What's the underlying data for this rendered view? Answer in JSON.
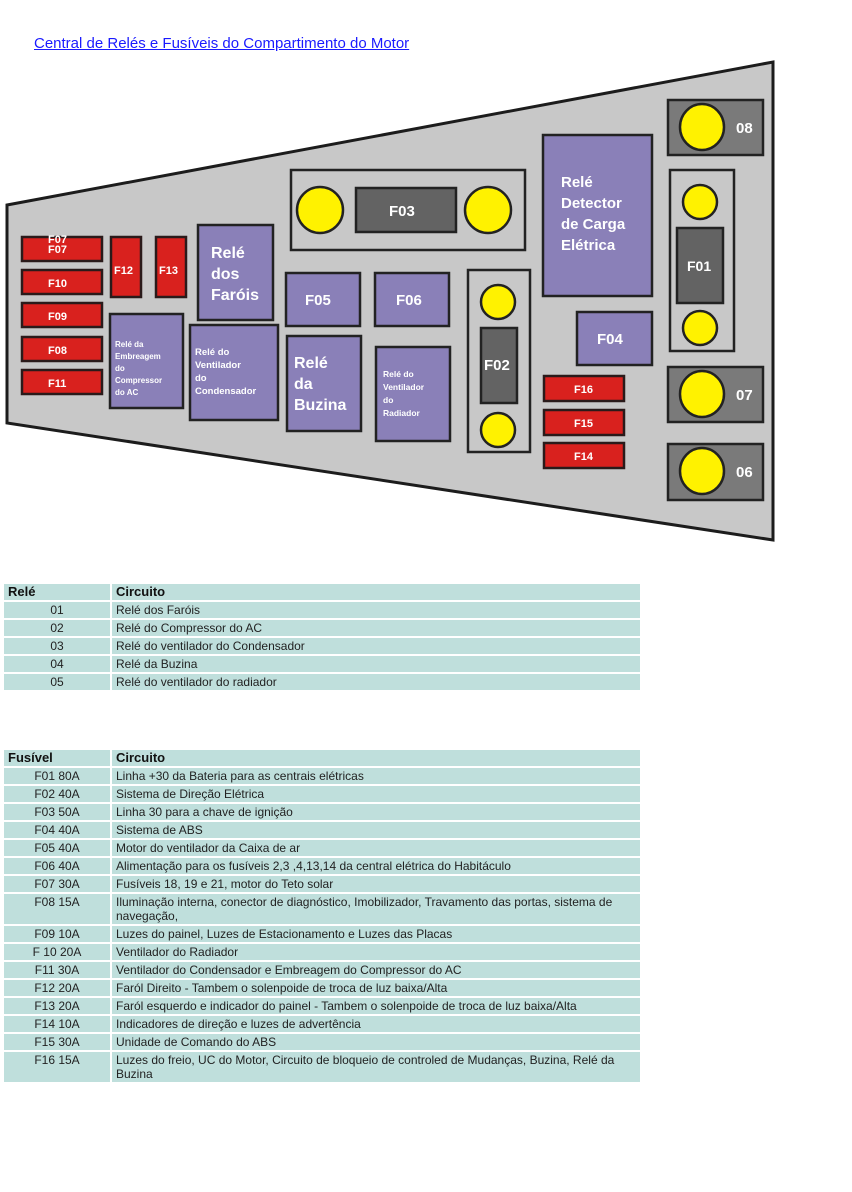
{
  "page": {
    "title_link": "Central de Relés e Fusíveis do Compartimento do Motor"
  },
  "colors": {
    "fuse_red": "#d9211e",
    "relay_purple": "#8a80b8",
    "dark_fuse": "#636363",
    "terminal_yellow": "#fff200",
    "panel_gray": "#c8c8c8",
    "table_bg": "#bfdfdc",
    "link_blue": "#1a1aff"
  },
  "diagram": {
    "red_fuses": {
      "F07_overlap": "F07",
      "F07": "F07",
      "F10": "F10",
      "F09": "F09",
      "F08": "F08",
      "F11": "F11",
      "F12": "F12",
      "F13": "F13",
      "F16": "F16",
      "F15": "F15",
      "F14": "F14"
    },
    "purple_blocks": {
      "rele_farois": [
        "Relé",
        "dos",
        "Faróis"
      ],
      "rele_embreagem": [
        "Relé da",
        "Embreagem",
        "do",
        "Compressor",
        "do AC"
      ],
      "rele_condensador": [
        "Relé do",
        "Ventilador",
        "do",
        "Condensador"
      ],
      "F05": "F05",
      "F06": "F06",
      "rele_buzina": [
        "Relé",
        "da",
        "Buzina"
      ],
      "rele_radiador": [
        "Relé do",
        "Ventilador",
        "do",
        "Radiador"
      ],
      "rele_detector": [
        "Relé",
        "Detector",
        "de Carga",
        "Elétrica"
      ],
      "F04": "F04"
    },
    "dark_fuses": {
      "F03": "F03",
      "F02": "F02",
      "F01": "F01"
    },
    "terminals": {
      "t08": "08",
      "t07": "07",
      "t06": "06"
    }
  },
  "rele_table": {
    "headers": [
      "Relé",
      "Circuito"
    ],
    "overlap_text": [
      "05",
      "Relé do ventilador do radiador"
    ],
    "rows": [
      [
        "01",
        "Relé dos Faróis"
      ],
      [
        "02",
        "Relé do Compressor do AC"
      ],
      [
        "03",
        "Relé do ventilador do Condensador"
      ],
      [
        "04",
        "Relé da Buzina"
      ],
      [
        "05",
        "Relé do ventilador do radiador"
      ]
    ]
  },
  "fusivel_table": {
    "headers": [
      "Fusível",
      "Circuito"
    ],
    "rows": [
      [
        "F01 80A",
        "Linha +30 da Bateria para as centrais elétricas"
      ],
      [
        "F02 40A",
        "Sistema de Direção Elétrica"
      ],
      [
        "F03 50A",
        "Linha 30 para a chave de ignição"
      ],
      [
        "F04 40A",
        "Sistema de ABS"
      ],
      [
        "F05 40A",
        "Motor do ventilador da Caixa de ar"
      ],
      [
        "F06 40A",
        "Alimentação para os fusíveis  2,3 ,4,13,14 da central elétrica do Habitáculo"
      ],
      [
        "F07 30A",
        "Fusíveis 18, 19 e 21, motor do Teto solar"
      ],
      [
        "F08 15A",
        "Iluminação interna, conector de diagnóstico, Imobilizador, Travamento das portas, sistema de navegação,"
      ],
      [
        "F09 10A",
        "Luzes do painel, Luzes de Estacionamento e Luzes das Placas"
      ],
      [
        "F 10 20A",
        "Ventilador do Radiador"
      ],
      [
        "F11 30A",
        "Ventilador do Condensador e Embreagem do Compressor do AC"
      ],
      [
        "F12 20A",
        "Faról Direito - Tambem o solenpoide de troca de luz baixa/Alta"
      ],
      [
        "F13 20A",
        "Faról esquerdo e indicador do painel - Tambem o solenpoide de troca de luz baixa/Alta"
      ],
      [
        "F14 10A",
        "Indicadores de direção e luzes de advertência"
      ],
      [
        "F15 30A",
        "Unidade de Comando do ABS"
      ],
      [
        "F16 15A",
        "Luzes do freio, UC do Motor,  Circuito de bloqueio de controled de Mudanças, Buzina, Relé da Buzina"
      ]
    ]
  }
}
